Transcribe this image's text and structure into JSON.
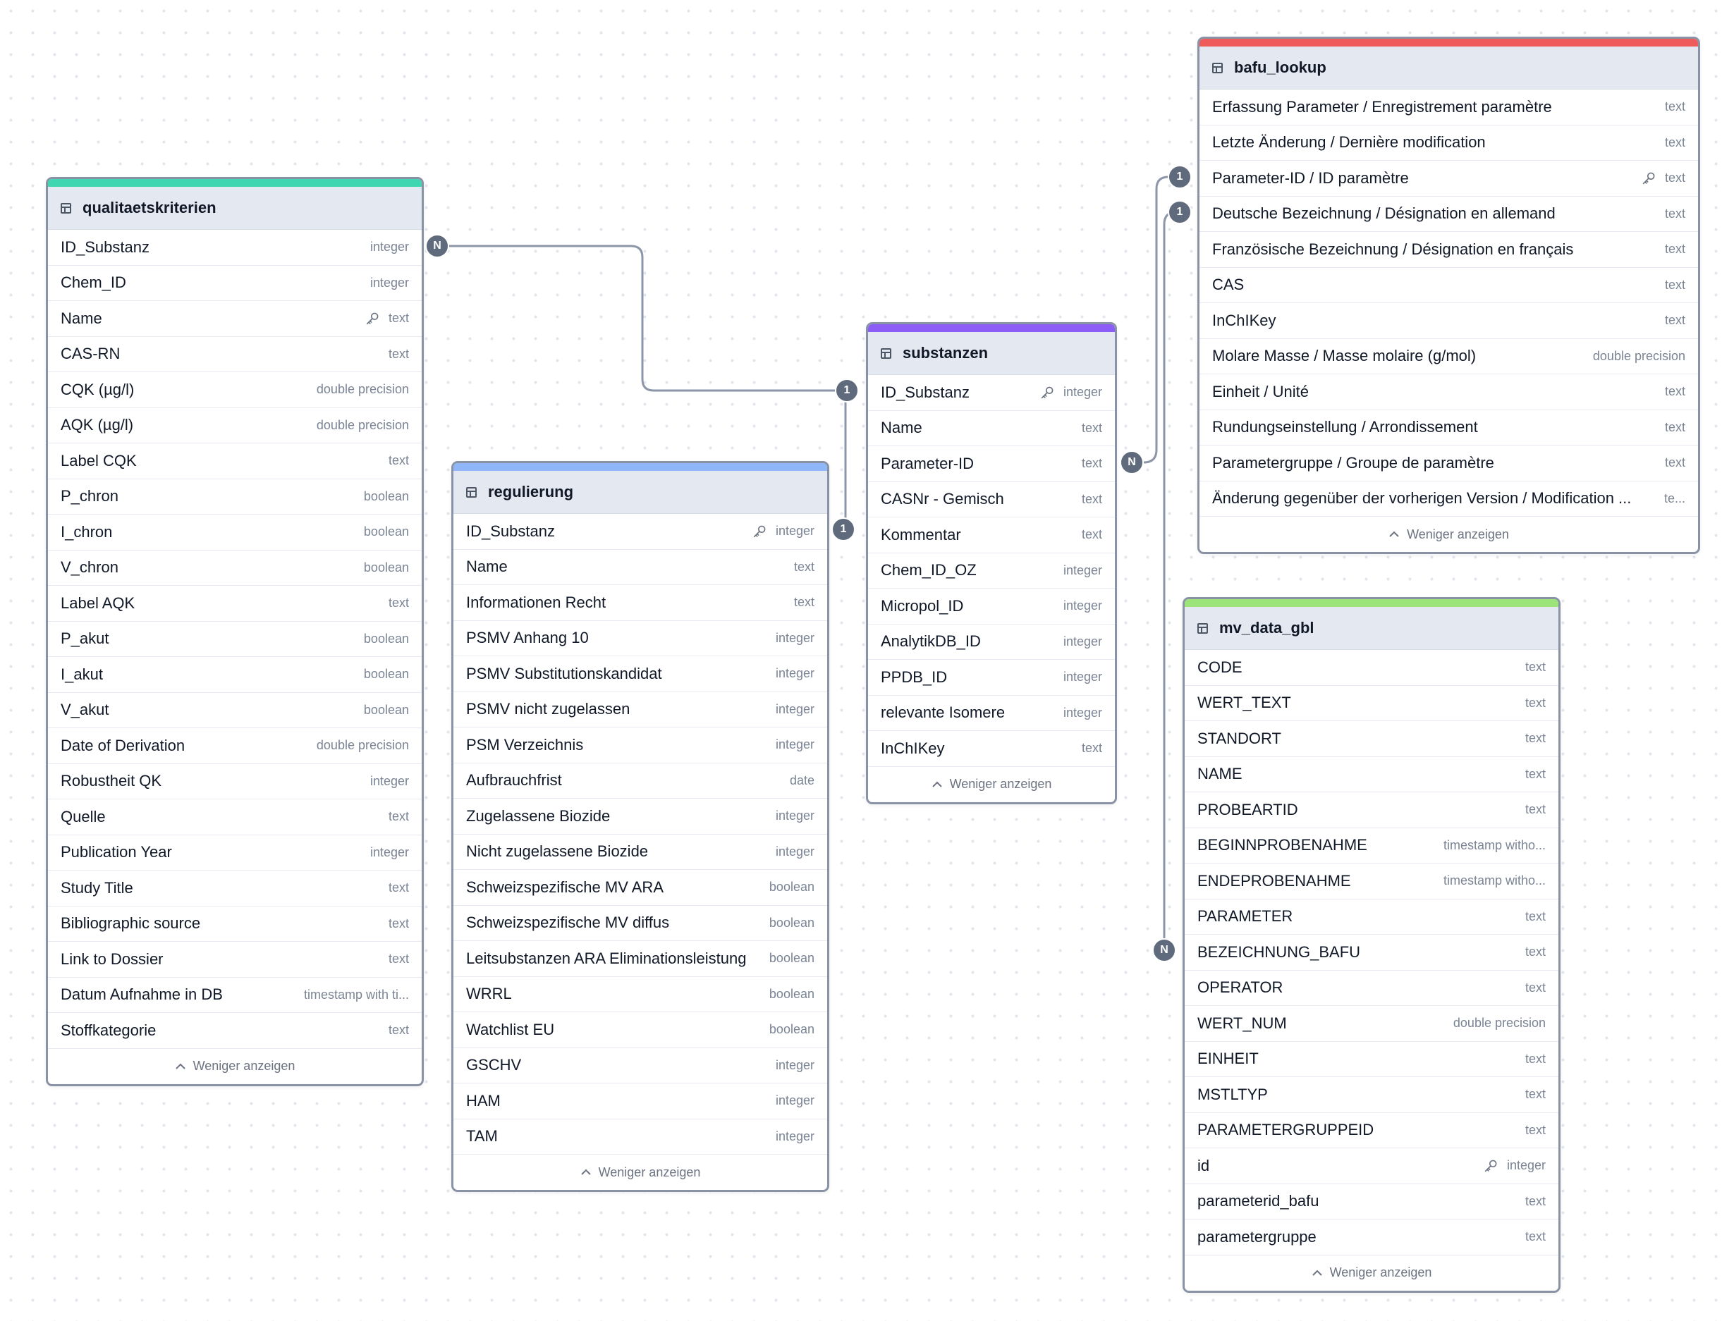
{
  "colors": {
    "qualitaetskriterien_accent": "#3fd6b1",
    "regulierung_accent": "#8fb6f7",
    "substanzen_accent": "#8b5cf6",
    "bafu_lookup_accent": "#ef5b5b",
    "mv_data_gbl_accent": "#9be47a",
    "edge": "#8c96a8",
    "badge": "#5f6b7d"
  },
  "icons": {
    "table": "table-icon",
    "key": "key-icon",
    "collapse": "chevron-up-icon"
  },
  "qualitaetskriterien": {
    "title": "qualitaetskriterien",
    "footer": "Weniger anzeigen",
    "columns": [
      {
        "name": "ID_Substanz",
        "type": "integer",
        "key": false
      },
      {
        "name": "Chem_ID",
        "type": "integer",
        "key": false
      },
      {
        "name": "Name",
        "type": "text",
        "key": true
      },
      {
        "name": "CAS-RN",
        "type": "text",
        "key": false
      },
      {
        "name": "CQK (µg/l)",
        "type": "double precision",
        "key": false
      },
      {
        "name": "AQK (µg/l)",
        "type": "double precision",
        "key": false
      },
      {
        "name": "Label CQK",
        "type": "text",
        "key": false
      },
      {
        "name": "P_chron",
        "type": "boolean",
        "key": false
      },
      {
        "name": "I_chron",
        "type": "boolean",
        "key": false
      },
      {
        "name": "V_chron",
        "type": "boolean",
        "key": false
      },
      {
        "name": "Label AQK",
        "type": "text",
        "key": false
      },
      {
        "name": "P_akut",
        "type": "boolean",
        "key": false
      },
      {
        "name": "I_akut",
        "type": "boolean",
        "key": false
      },
      {
        "name": "V_akut",
        "type": "boolean",
        "key": false
      },
      {
        "name": "Date of Derivation",
        "type": "double precision",
        "key": false
      },
      {
        "name": "Robustheit QK",
        "type": "integer",
        "key": false
      },
      {
        "name": "Quelle",
        "type": "text",
        "key": false
      },
      {
        "name": "Publication Year",
        "type": "integer",
        "key": false
      },
      {
        "name": "Study Title",
        "type": "text",
        "key": false
      },
      {
        "name": "Bibliographic source",
        "type": "text",
        "key": false
      },
      {
        "name": "Link to Dossier",
        "type": "text",
        "key": false
      },
      {
        "name": "Datum Aufnahme in DB",
        "type": "timestamp with ti...",
        "key": false
      },
      {
        "name": "Stoffkategorie",
        "type": "text",
        "key": false
      }
    ]
  },
  "regulierung": {
    "title": "regulierung",
    "footer": "Weniger anzeigen",
    "columns": [
      {
        "name": "ID_Substanz",
        "type": "integer",
        "key": true
      },
      {
        "name": "Name",
        "type": "text",
        "key": false
      },
      {
        "name": "Informationen Recht",
        "type": "text",
        "key": false
      },
      {
        "name": "PSMV Anhang 10",
        "type": "integer",
        "key": false
      },
      {
        "name": "PSMV Substitutionskandidat",
        "type": "integer",
        "key": false
      },
      {
        "name": "PSMV nicht zugelassen",
        "type": "integer",
        "key": false
      },
      {
        "name": "PSM Verzeichnis",
        "type": "integer",
        "key": false
      },
      {
        "name": "Aufbrauchfrist",
        "type": "date",
        "key": false
      },
      {
        "name": "Zugelassene Biozide",
        "type": "integer",
        "key": false
      },
      {
        "name": "Nicht zugelassene Biozide",
        "type": "integer",
        "key": false
      },
      {
        "name": "Schweizspezifische MV ARA",
        "type": "boolean",
        "key": false
      },
      {
        "name": "Schweizspezifische MV diffus",
        "type": "boolean",
        "key": false
      },
      {
        "name": "Leitsubstanzen ARA Eliminationsleistung",
        "type": "boolean",
        "key": false
      },
      {
        "name": "WRRL",
        "type": "boolean",
        "key": false
      },
      {
        "name": "Watchlist EU",
        "type": "boolean",
        "key": false
      },
      {
        "name": "GSCHV",
        "type": "integer",
        "key": false
      },
      {
        "name": "HAM",
        "type": "integer",
        "key": false
      },
      {
        "name": "TAM",
        "type": "integer",
        "key": false
      }
    ]
  },
  "substanzen": {
    "title": "substanzen",
    "footer": "Weniger anzeigen",
    "columns": [
      {
        "name": "ID_Substanz",
        "type": "integer",
        "key": true
      },
      {
        "name": "Name",
        "type": "text",
        "key": false
      },
      {
        "name": "Parameter-ID",
        "type": "text",
        "key": false
      },
      {
        "name": "CASNr - Gemisch",
        "type": "text",
        "key": false
      },
      {
        "name": "Kommentar",
        "type": "text",
        "key": false
      },
      {
        "name": "Chem_ID_OZ",
        "type": "integer",
        "key": false
      },
      {
        "name": "Micropol_ID",
        "type": "integer",
        "key": false
      },
      {
        "name": "AnalytikDB_ID",
        "type": "integer",
        "key": false
      },
      {
        "name": "PPDB_ID",
        "type": "integer",
        "key": false
      },
      {
        "name": "relevante Isomere",
        "type": "integer",
        "key": false
      },
      {
        "name": "InChIKey",
        "type": "text",
        "key": false
      }
    ]
  },
  "bafu_lookup": {
    "title": "bafu_lookup",
    "footer": "Weniger anzeigen",
    "columns": [
      {
        "name": "Erfassung Parameter / Enregistrement paramètre",
        "type": "text",
        "key": false
      },
      {
        "name": "Letzte Änderung / Dernière modification",
        "type": "text",
        "key": false
      },
      {
        "name": "Parameter-ID / ID paramètre",
        "type": "text",
        "key": true
      },
      {
        "name": "Deutsche Bezeichnung / Désignation en allemand",
        "type": "text",
        "key": false
      },
      {
        "name": "Französische Bezeichnung / Désignation en français",
        "type": "text",
        "key": false
      },
      {
        "name": "CAS",
        "type": "text",
        "key": false
      },
      {
        "name": "InChIKey",
        "type": "text",
        "key": false
      },
      {
        "name": "Molare Masse / Masse molaire (g/mol)",
        "type": "double precision",
        "key": false
      },
      {
        "name": "Einheit / Unité",
        "type": "text",
        "key": false
      },
      {
        "name": "Rundungseinstellung / Arrondissement",
        "type": "text",
        "key": false
      },
      {
        "name": "Parametergruppe / Groupe de paramètre",
        "type": "text",
        "key": false
      },
      {
        "name": "Änderung gegenüber der vorherigen Version / Modification ...",
        "type": "te...",
        "key": false
      }
    ]
  },
  "mv_data_gbl": {
    "title": "mv_data_gbl",
    "footer": "Weniger anzeigen",
    "columns": [
      {
        "name": "CODE",
        "type": "text",
        "key": false
      },
      {
        "name": "WERT_TEXT",
        "type": "text",
        "key": false
      },
      {
        "name": "STANDORT",
        "type": "text",
        "key": false
      },
      {
        "name": "NAME",
        "type": "text",
        "key": false
      },
      {
        "name": "PROBEARTID",
        "type": "text",
        "key": false
      },
      {
        "name": "BEGINNPROBENAHME",
        "type": "timestamp witho...",
        "key": false
      },
      {
        "name": "ENDEPROBENAHME",
        "type": "timestamp witho...",
        "key": false
      },
      {
        "name": "PARAMETER",
        "type": "text",
        "key": false
      },
      {
        "name": "BEZEICHNUNG_BAFU",
        "type": "text",
        "key": false
      },
      {
        "name": "OPERATOR",
        "type": "text",
        "key": false
      },
      {
        "name": "WERT_NUM",
        "type": "double precision",
        "key": false
      },
      {
        "name": "EINHEIT",
        "type": "text",
        "key": false
      },
      {
        "name": "MSTLTYP",
        "type": "text",
        "key": false
      },
      {
        "name": "PARAMETERGRUPPEID",
        "type": "text",
        "key": false
      },
      {
        "name": "id",
        "type": "integer",
        "key": true
      },
      {
        "name": "parameterid_bafu",
        "type": "text",
        "key": false
      },
      {
        "name": "parametergruppe",
        "type": "text",
        "key": false
      }
    ]
  },
  "relations": [
    {
      "from": "qualitaetskriterien.ID_Substanz",
      "from_card": "N",
      "to": "substanzen.ID_Substanz",
      "to_card": "1"
    },
    {
      "from": "regulierung.ID_Substanz",
      "from_card": "1",
      "to": "substanzen.ID_Substanz",
      "to_card": "1"
    },
    {
      "from": "substanzen.Parameter-ID",
      "from_card": "N",
      "to": "bafu_lookup.Parameter-ID / ID paramètre",
      "to_card": "1"
    },
    {
      "from": "mv_data_gbl.BEZEICHNUNG_BAFU",
      "from_card": "N",
      "to": "bafu_lookup.Deutsche Bezeichnung / Désignation en allemand",
      "to_card": "1"
    }
  ]
}
